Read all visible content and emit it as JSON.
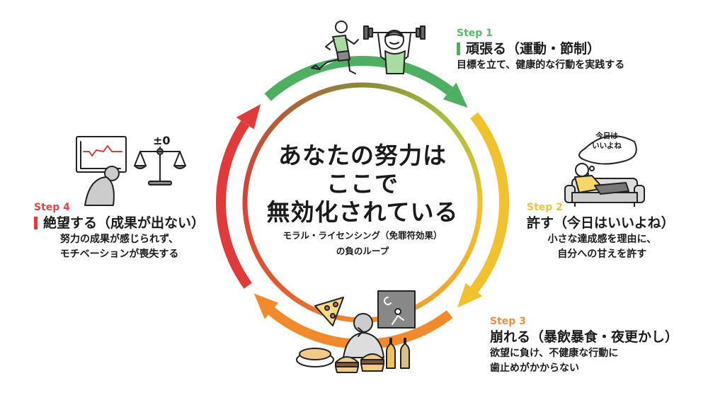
{
  "center": {
    "headline_lines": [
      "あなたの努力は",
      "ここで",
      "無効化されている"
    ],
    "subtitle_lines": [
      "モラル・ライセンシング（免罪符効果）",
      "の負のループ"
    ]
  },
  "steps": [
    {
      "label": "Step 1",
      "title": "頑張る（運動・節制）",
      "description_lines": [
        "目標を立て、健康的な行動を実践する"
      ],
      "color": "#4caf62",
      "illustration": "runner-and-weightlifter-icon"
    },
    {
      "label": "Step 2",
      "title": "許す（今日はいいよね）",
      "description_lines": [
        "小さな達成感を理由に、",
        "自分への甘えを許す"
      ],
      "color": "#f2c12e",
      "illustration": "relaxing-on-sofa-icon",
      "thought_bubble_lines": [
        "今日は",
        "いいよね"
      ]
    },
    {
      "label": "Step 3",
      "title": "崩れる（暴飲暴食・夜更かし）",
      "description_lines": [
        "欲望に負け、不健康な行動に",
        "歯止めがかからない"
      ],
      "color": "#f08a2a",
      "illustration": "binge-eating-and-late-night-icon"
    },
    {
      "label": "Step 4",
      "title": "絶望する（成果が出ない）",
      "description_lines": [
        "努力の成果が感じられず、",
        "モチベーションが喪失する"
      ],
      "color": "#e03a3a",
      "illustration": "dejected-person-and-scale-icon",
      "scale_text": "±0"
    }
  ],
  "colors": {
    "green": "#4caf62",
    "yellow": "#f2c12e",
    "orange": "#f08a2a",
    "red": "#e03a3a",
    "step1_label": "#5bb86c",
    "step2_label": "#f0c040",
    "step3_label": "#e8904a",
    "step4_label": "#d94848"
  }
}
